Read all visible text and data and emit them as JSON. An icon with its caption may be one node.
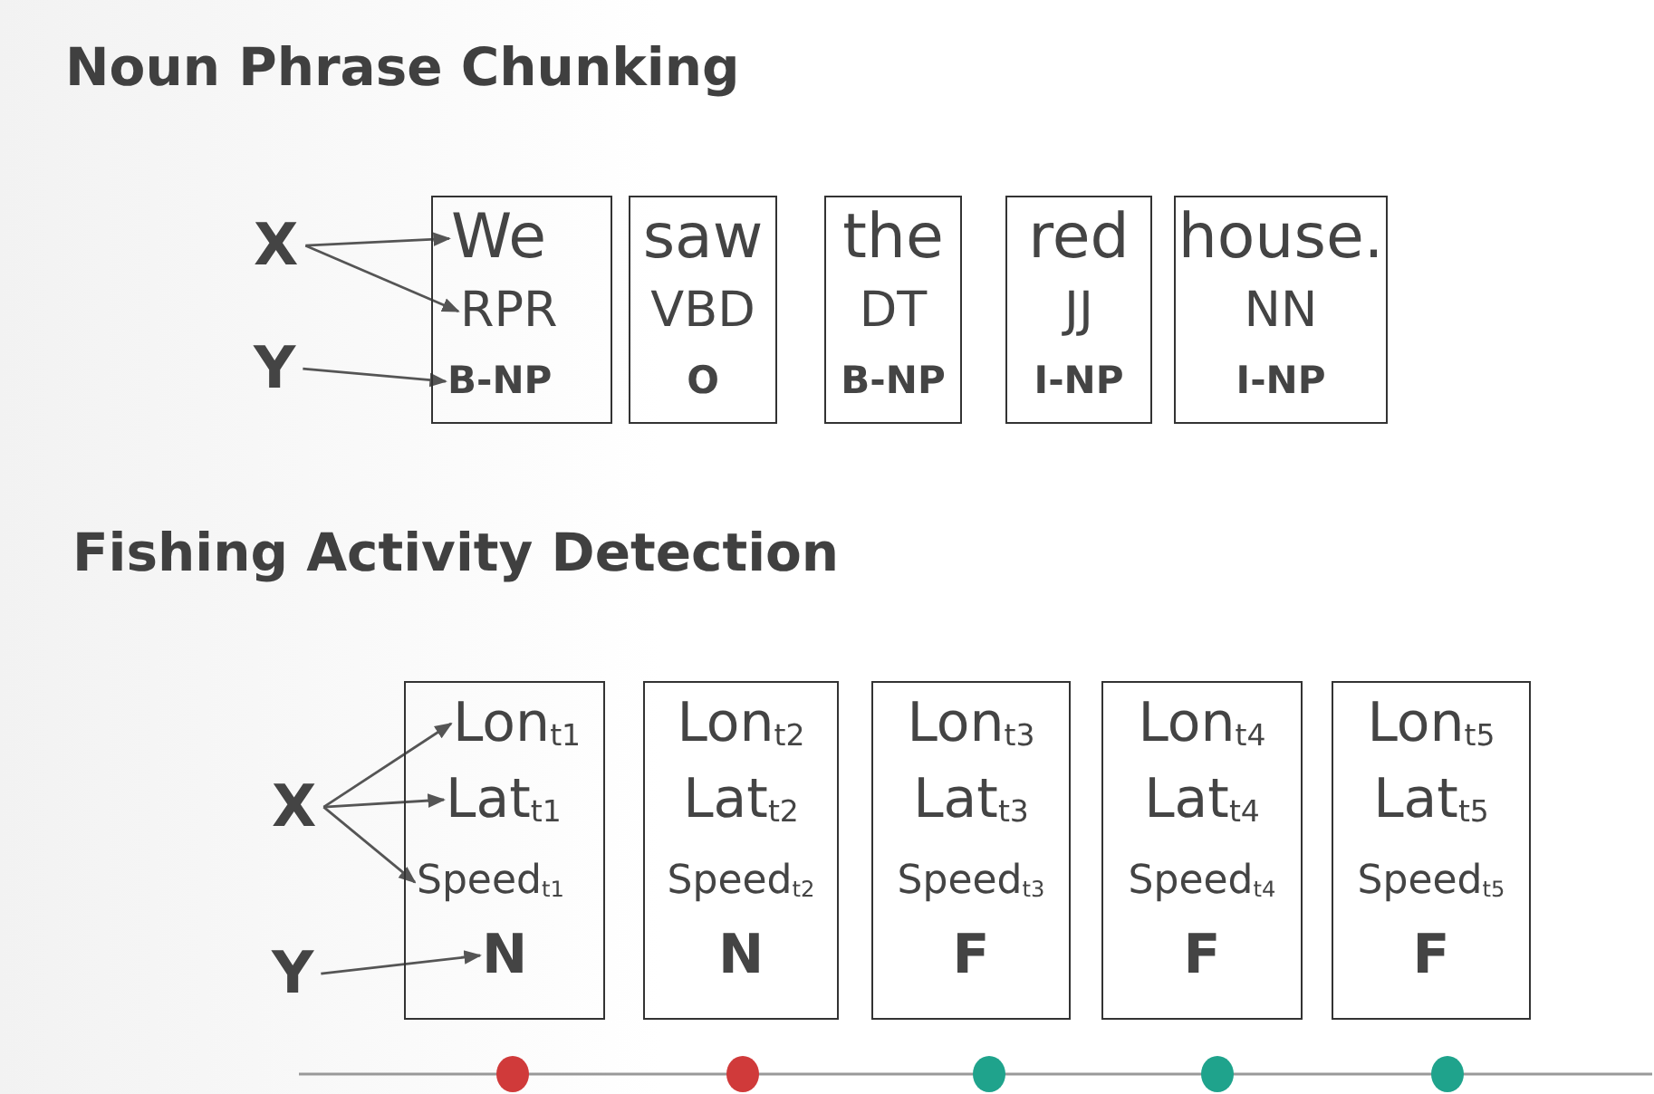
{
  "diagram": {
    "nodes": [
      {
        "text": [
          "X"
        ]
      },
      {
        "text": [
          "Y"
        ]
      },
      {
        "text": [],
        "shape": "box"
      },
      {
        "text": [
          "We"
        ],
        "in": 2
      },
      {
        "text": [
          "RPR"
        ],
        "in": 2
      },
      {
        "text": [
          "B-NP"
        ],
        "in": 2
      },
      {
        "text": [
          "saw",
          "VBD",
          "O"
        ]
      },
      {
        "text": [
          "the",
          "DT",
          "B-NP"
        ]
      },
      {
        "text": [
          "red",
          "JJ",
          "I-NP"
        ]
      },
      {
        "text": [
          "house.",
          "NN",
          "I-NP"
        ]
      },
      {
        "text": [
          "X"
        ]
      },
      {
        "text": [
          "Y"
        ]
      },
      {
        "text": [],
        "shape": "box"
      },
      {
        "text": [
          "Lon$_{t1}$"
        ],
        "in": 12
      },
      {
        "text": [
          "Lat$_{t1}$"
        ],
        "in": 12
      },
      {
        "text": [
          "Speed$_{t1}$"
        ],
        "in": 12
      },
      {
        "text": [
          "N"
        ],
        "in": 12
      },
      {
        "text": [
          "Lon$_{t2}$",
          "Lat$_{t2}$",
          "Speed$_{t2}$",
          "N"
        ]
      },
      {
        "text": [
          "Lon$_{t3}$",
          "Lat$_{t3}$",
          "Speed$_{t3}$",
          "F"
        ]
      },
      {
        "text": [
          "Lon$_{t4}$",
          "Lat$_{t4}$",
          "Speed$_{t4}$",
          "F"
        ]
      },
      {
        "text": [
          "Lon$_{t5}$",
          "Lat$_{t5}$",
          "Speed$_{t5}$",
          "F"
        ]
      }
    ],
    "edges": [
      {
        "from": 0,
        "to": 3,
        "arrow": "to"
      },
      {
        "from": 0,
        "to": 4,
        "arrow": "to"
      },
      {
        "from": 1,
        "to": 5,
        "arrow": "to"
      },
      {
        "from": 10,
        "to": 13,
        "arrow": "to"
      },
      {
        "from": 10,
        "to": 14,
        "arrow": "to"
      },
      {
        "from": 10,
        "to": 15,
        "arrow": "to"
      },
      {
        "from": 11,
        "to": 16,
        "arrow": "to"
      }
    ],
    "labels": [
      "Noun Phrase Chunking",
      "Fishing Activity Detection"
    ]
  }
}
